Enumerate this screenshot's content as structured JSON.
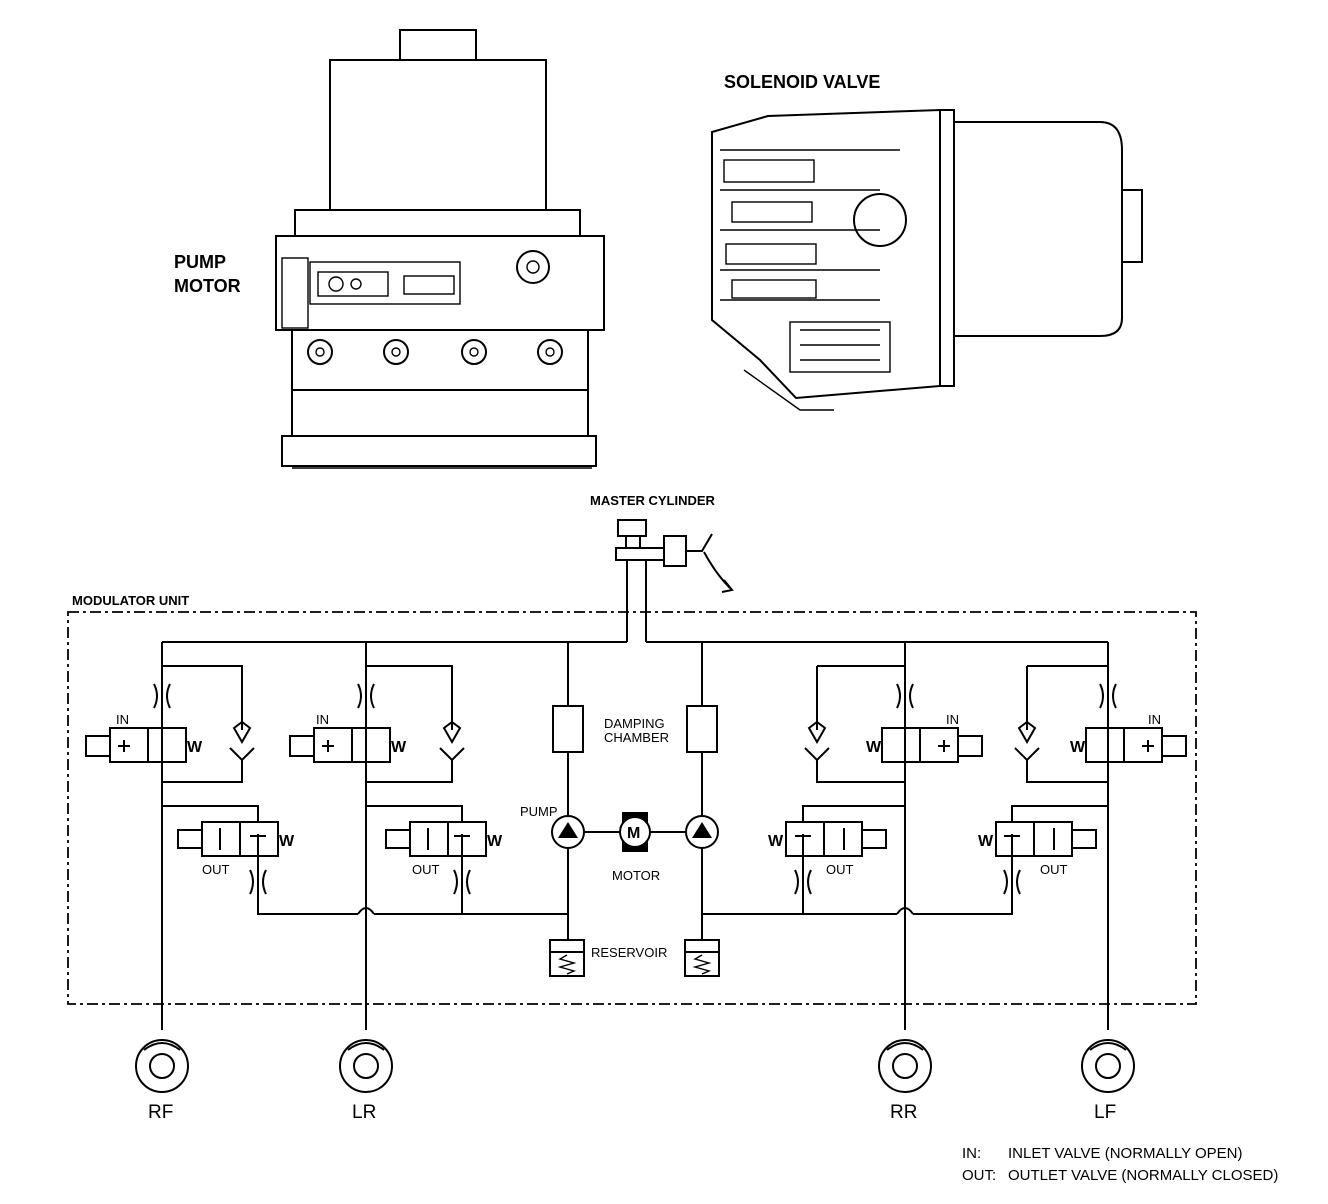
{
  "labels": {
    "pump_motor_line1": "PUMP",
    "pump_motor_line2": "MOTOR",
    "solenoid_valve": "SOLENOID VALVE",
    "master_cylinder": "MASTER CYLINDER",
    "modulator_unit": "MODULATOR UNIT",
    "damping_chamber_line1": "DAMPING",
    "damping_chamber_line2": "CHAMBER",
    "pump": "PUMP",
    "motor": "MOTOR",
    "motor_symbol": "M",
    "reservoir": "RESERVOIR",
    "valve_in": "IN",
    "valve_out": "OUT",
    "spring_symbol": "W"
  },
  "wheels": {
    "rf": "RF",
    "lr": "LR",
    "rr": "RR",
    "lf": "LF"
  },
  "legend": {
    "in_key": "IN:",
    "in_desc": "INLET VALVE (NORMALLY OPEN)",
    "out_key": "OUT:",
    "out_desc": "OUTLET VALVE (NORMALLY CLOSED)"
  }
}
